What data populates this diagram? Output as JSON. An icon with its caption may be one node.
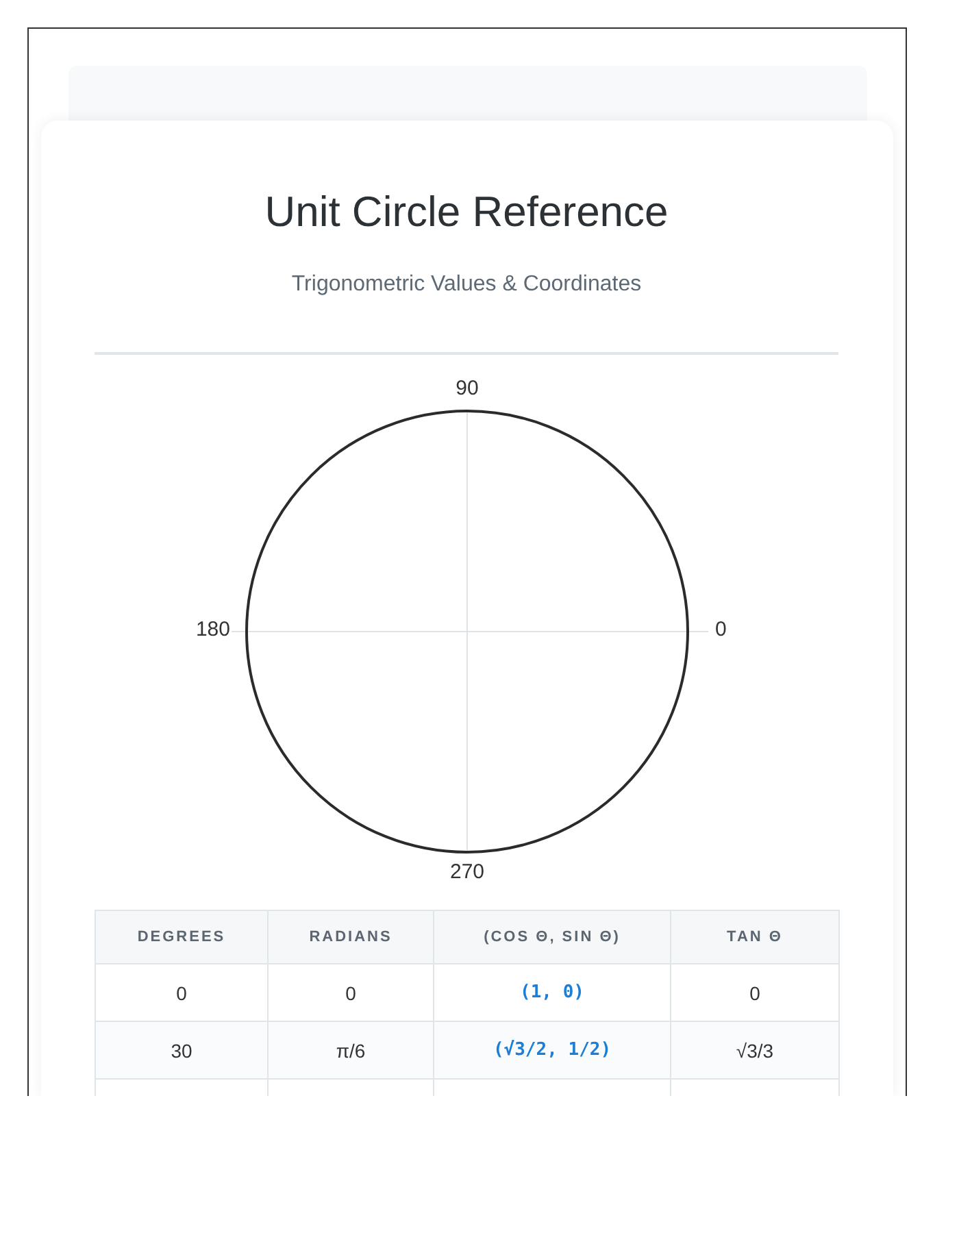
{
  "diagram": {
    "title": "Unit Circle Reference",
    "labels": [
      "Trigonometric Values & Coordinates",
      "90",
      "180",
      "0",
      "270",
      "DEGREES",
      "RADIANS",
      "(COS Θ, SIN Θ)",
      "TAN Θ",
      "0",
      "0",
      "(1, 0)",
      "0",
      "30",
      "π/6",
      "(√3/2, 1/2)",
      "√3/3"
    ]
  }
}
